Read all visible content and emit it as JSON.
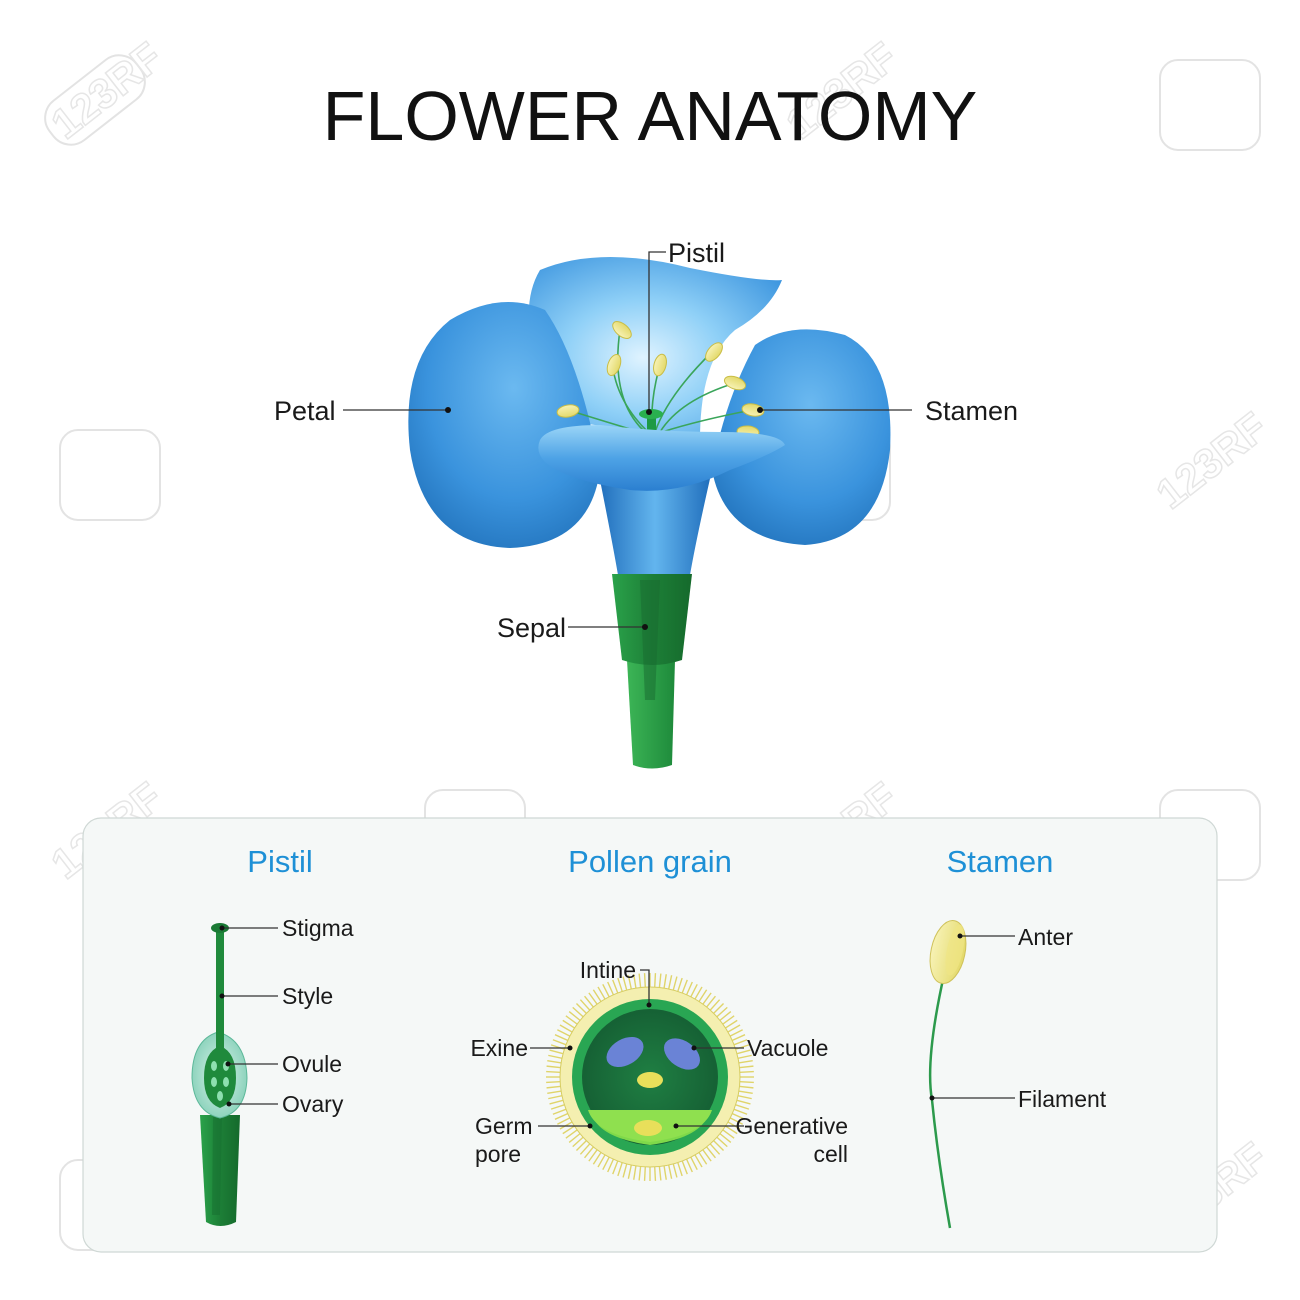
{
  "title": "FLOWER ANATOMY",
  "colors": {
    "petal_blue": "#2f8ad9",
    "petal_light": "#8fd0f7",
    "sepal_green": "#1f8a3c",
    "panel_title_blue": "#1e90d6",
    "anther_yellow": "#f2ec9c"
  },
  "main_labels": {
    "pistil": "Pistil",
    "petal": "Petal",
    "stamen": "Stamen",
    "sepal": "Sepal"
  },
  "panels": {
    "pistil": {
      "title": "Pistil",
      "labels": {
        "stigma": "Stigma",
        "style": "Style",
        "ovule": "Ovule",
        "ovary": "Ovary"
      }
    },
    "pollen": {
      "title": "Pollen grain",
      "labels": {
        "intine": "Intine",
        "exine": "Exine",
        "vacuole": "Vacuole",
        "germ_pore_1": "Germ",
        "germ_pore_2": "pore",
        "generative_1": "Generative",
        "generative_2": "cell"
      }
    },
    "stamen": {
      "title": "Stamen",
      "labels": {
        "anter": "Anter",
        "filament": "Filament"
      }
    }
  },
  "watermark": "123RF"
}
